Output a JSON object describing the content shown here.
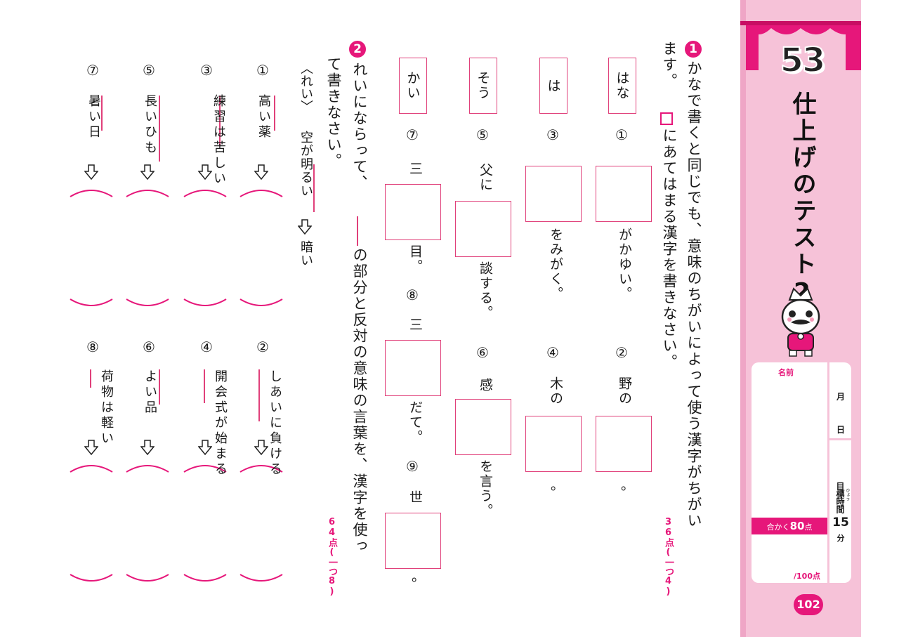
{
  "header": {
    "test_number": "53",
    "title": "仕上げのテスト2",
    "page_number": "102"
  },
  "info_panel": {
    "name_label": "名前",
    "month_label": "月",
    "day_label": "日",
    "target_time_label": "目標時間",
    "target_time_ruby": "ひょう",
    "target_time_value": "15",
    "target_time_unit": "分",
    "pass_label": "合かく",
    "pass_score": "80",
    "pass_unit": "点",
    "total_label": "/100点"
  },
  "q1": {
    "number": "1",
    "line1": "かなで書くと同じでも、意味のちがいによって使う漢字がちがい",
    "line2a": "ます。",
    "line2b": "にあてはまる漢字を書きなさい。",
    "points": "36点(一つ4)",
    "readings": [
      "はな",
      "は",
      "そう",
      "かい"
    ],
    "items": {
      "i1": {
        "num": "①",
        "after": "がかゆい。"
      },
      "i2": {
        "num": "②",
        "before": "野の",
        "after": "。"
      },
      "i3": {
        "num": "③",
        "after": "をみがく。"
      },
      "i4": {
        "num": "④",
        "before": "木の",
        "after": "。"
      },
      "i5": {
        "num": "⑤",
        "before": "父に",
        "after": "談する。"
      },
      "i6": {
        "num": "⑥",
        "before": "感",
        "after": "を言う。"
      },
      "i7": {
        "num": "⑦",
        "before": "三",
        "after": "目。"
      },
      "i8": {
        "num": "⑧",
        "before": "三",
        "after": "だて。"
      },
      "i9": {
        "num": "⑨",
        "before": "世",
        "after": "。"
      }
    }
  },
  "q2": {
    "number": "2",
    "line1a": "れいにならって、",
    "line1b": "の部分と反対の意味の言葉を、漢字を使っ",
    "line2": "て書きなさい。",
    "points": "64点(一つ8)",
    "example_label": "〈れい〉",
    "example_word": "空が明るい",
    "example_answer": "暗い",
    "items": [
      {
        "num": "①",
        "text": "高い薬"
      },
      {
        "num": "②",
        "text": "しあいに負ける"
      },
      {
        "num": "③",
        "text": "練習は苦しい"
      },
      {
        "num": "④",
        "text": "開会式が始まる"
      },
      {
        "num": "⑤",
        "text": "長いひも"
      },
      {
        "num": "⑥",
        "text": "よい品"
      },
      {
        "num": "⑦",
        "text": "暑い日"
      },
      {
        "num": "⑧",
        "text": "荷物は軽い"
      }
    ]
  },
  "colors": {
    "accent": "#e6177a",
    "sidebar": "#f6c2d8",
    "box": "#e0407a"
  }
}
